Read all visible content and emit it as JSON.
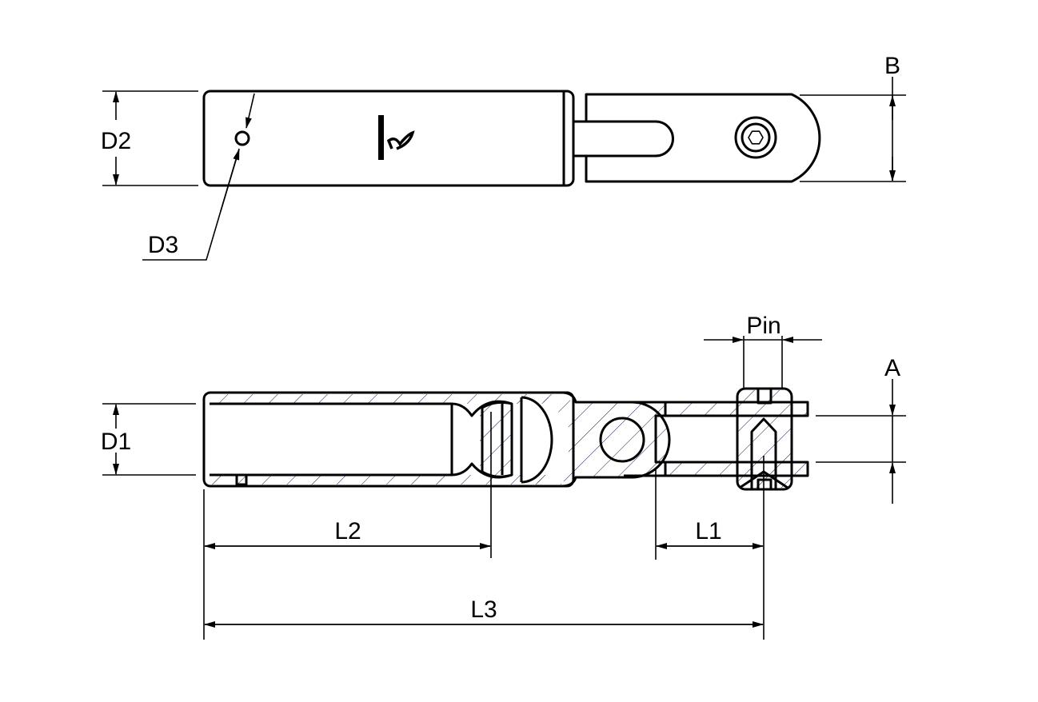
{
  "drawing": {
    "top_view": {
      "dim_height": "D2",
      "dim_hole": "D3",
      "dim_fork_width": "B",
      "logo_text": "logo"
    },
    "side_view": {
      "dim_tube": "D1",
      "dim_fork_gap": "A",
      "dim_pin": "Pin",
      "dim_tube_length": "L2",
      "dim_pin_offset": "L1",
      "dim_overall_length": "L3"
    },
    "colors": {
      "line": "#000000",
      "hatch": "#1a1a4a",
      "background": "#ffffff"
    }
  }
}
